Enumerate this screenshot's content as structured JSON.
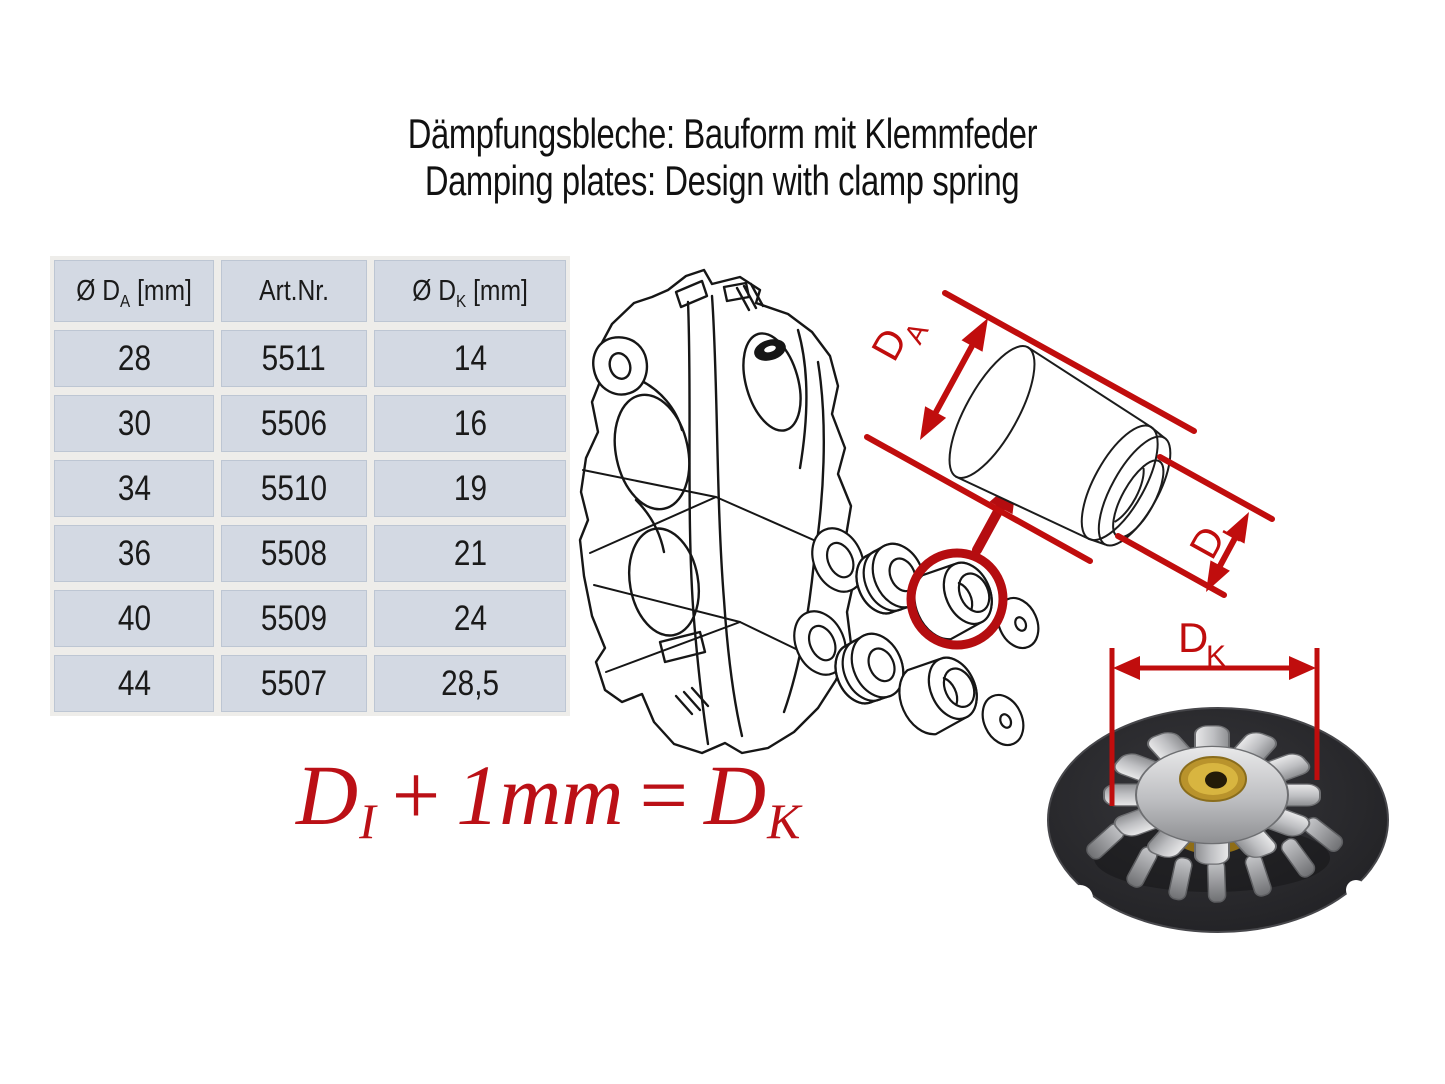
{
  "title": {
    "line1": "Dämpfungsbleche: Bauform mit Klemmfeder",
    "line2": "Damping plates: Design with clamp spring"
  },
  "table": {
    "headers": [
      {
        "prefix": "Ø D",
        "sub": "A",
        "suffix": " [mm]"
      },
      {
        "prefix": "Art.Nr.",
        "sub": "",
        "suffix": ""
      },
      {
        "prefix": "Ø D",
        "sub": "K",
        "suffix": " [mm]"
      }
    ],
    "rows": [
      [
        "28",
        "5511",
        "14"
      ],
      [
        "30",
        "5506",
        "16"
      ],
      [
        "34",
        "5510",
        "19"
      ],
      [
        "36",
        "5508",
        "21"
      ],
      [
        "40",
        "5509",
        "24"
      ],
      [
        "44",
        "5507",
        "28,5"
      ]
    ]
  },
  "formula": {
    "d1": "D",
    "sub1": "I",
    "plus": "+",
    "term": "1mm",
    "equals": "=",
    "d2": "D",
    "sub2": "K"
  },
  "annotations": {
    "da_main": "D",
    "da_sub": "A",
    "di_main": "D",
    "di_sub": "I",
    "dk_main": "D",
    "dk_sub": "K"
  },
  "colors": {
    "annotation_red": "#c00d0d",
    "marker_red": "#b50d10",
    "formula_red": "#bb1016",
    "table_cell": "#d3d9e3",
    "table_gap": "#eeedea",
    "text": "#1a1a1a"
  }
}
